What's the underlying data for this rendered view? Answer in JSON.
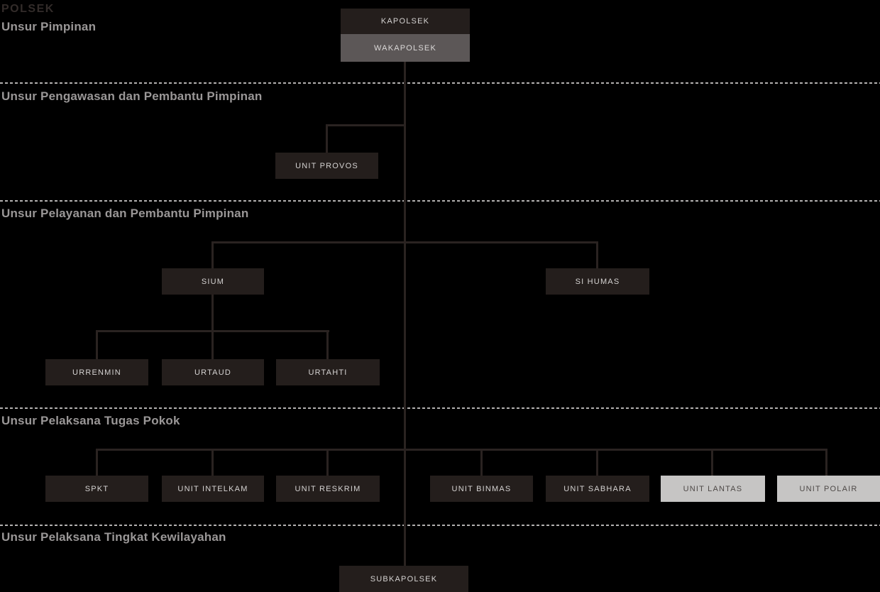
{
  "header": {
    "title": "POLSEK"
  },
  "sections": {
    "pimpinan": "Unsur Pimpinan",
    "pengawasan": "Unsur Pengawasan dan Pembantu Pimpinan",
    "pelayanan": "Unsur Pelayanan dan Pembantu Pimpinan",
    "tugas_pokok": "Unsur Pelaksana Tugas Pokok",
    "kewilayahan": "Unsur Pelaksana Tingkat Kewilayahan"
  },
  "nodes": {
    "kapolsek": "KAPOLSEK",
    "wakapolsek": "WAKAPOLSEK",
    "unit_provos": "UNIT PROVOS",
    "sium": "SIUM",
    "si_humas": "SI HUMAS",
    "urrenmin": "URRENMIN",
    "urtaud": "URTAUD",
    "urtahti": "URTAHTI",
    "spkt": "SPKT",
    "unit_intelkam": "UNIT INTELKAM",
    "unit_reskrim": "UNIT RESKRIM",
    "unit_binmas": "UNIT BINMAS",
    "unit_sabhara": "UNIT SABHARA",
    "unit_lantas": "UNIT LANTAS",
    "unit_polair": "UNIT POLAIR",
    "subkapolsek": "SUBKAPOLSEK"
  },
  "colors": {
    "background": "#000000",
    "node_dark": "#241e1c",
    "node_muted": "#5c5757",
    "node_light": "#c6c5c4",
    "node_dark_text": "#d5d3d2",
    "node_light_text": "#4e4947",
    "connector_line": "#2a2321",
    "separator_dash": "#b3b1b0",
    "section_label_text": "#9a9797",
    "title_text": "#332c2a"
  }
}
